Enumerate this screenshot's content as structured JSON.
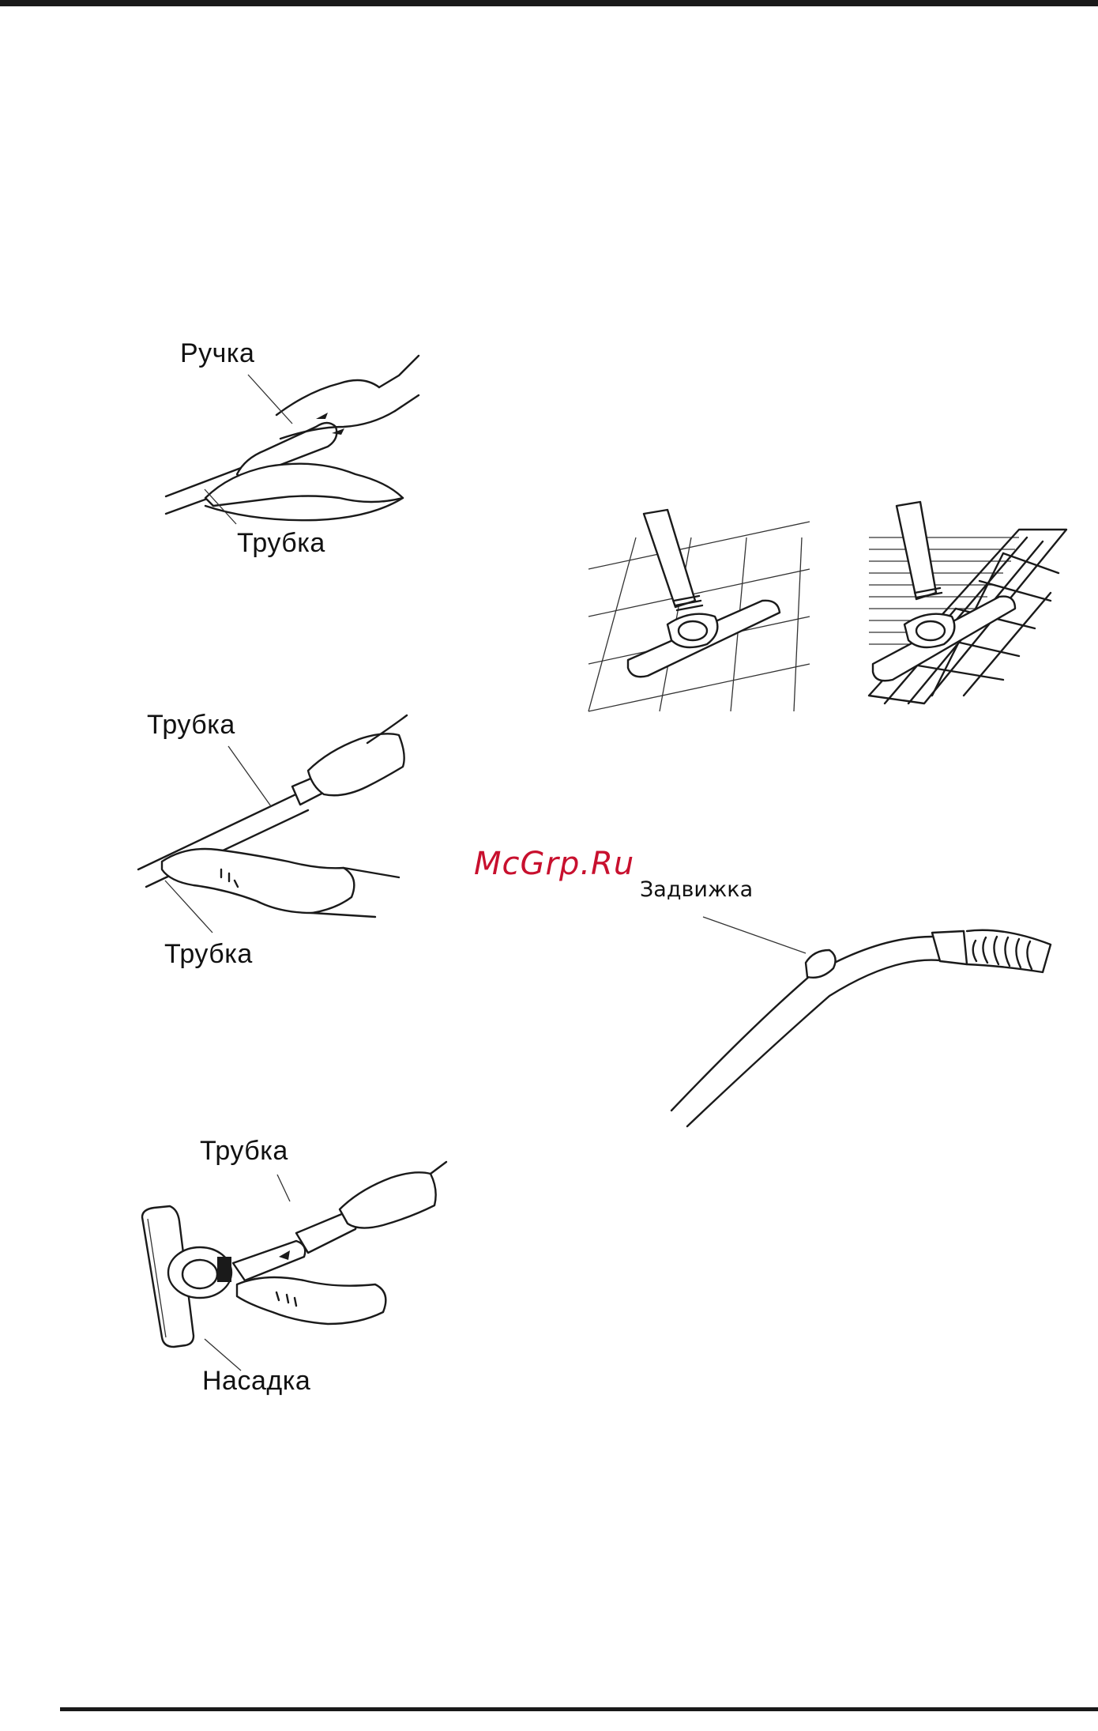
{
  "figures": {
    "handle_tube": {
      "label_top": "Ручка",
      "label_bottom": "Трубка"
    },
    "tube_tube": {
      "label_top": "Трубка",
      "label_bottom": "Трубка"
    },
    "tube_nozzle": {
      "label_top": "Трубка",
      "label_bottom": "Насадка"
    },
    "hose_latch": {
      "label": "Задвижка"
    }
  },
  "watermark": "McGrp.Ru",
  "colors": {
    "rule": "#1a1a1a",
    "watermark": "#c8102e"
  }
}
